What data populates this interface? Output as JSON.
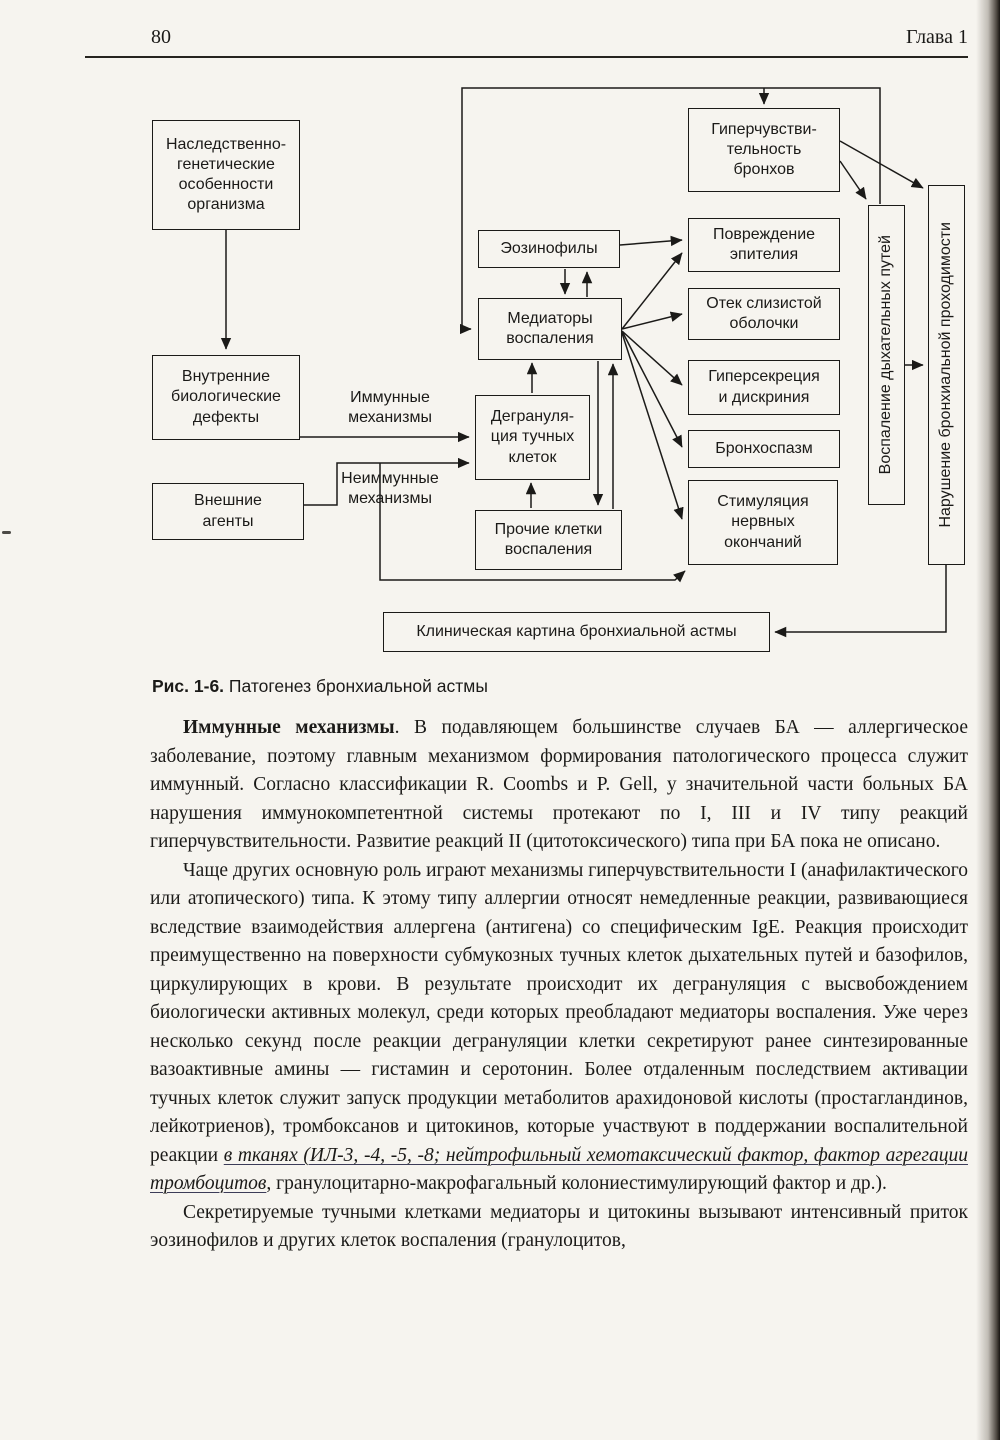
{
  "colors": {
    "paper": "#f6f4ef",
    "ink": "#1b1a18"
  },
  "page": {
    "page_number": "80",
    "chapter": "Глава 1"
  },
  "figure": {
    "caption_label": "Рис. 1-6.",
    "caption_text": " Патогенез бронхиальной астмы",
    "labels": {
      "immune": "Иммунные\nмеханизмы",
      "nonimmune": "Неиммунные\nмеханизмы"
    },
    "boxes": {
      "hereditary": "Наследственно-\nгенетические\nособенности\nорганизма",
      "internal_defects": "Внутренние\nбиологические\nдефекты",
      "external_agents": "Внешние\nагенты",
      "eosinophils": "Эозинофилы",
      "mediators": "Медиаторы\nвоспаления",
      "degranulation": "Дегрануля-\nция тучных\nклеток",
      "other_cells": "Прочие клетки\nвоспаления",
      "hypersensitivity": "Гиперчувстви-\nтельность\nбронхов",
      "epithelium_damage": "Повреждение\nэпителия",
      "mucosal_edema": "Отек слизистой\nоболочки",
      "hypersecretion": "Гиперсекреция\nи дискриния",
      "bronchospasm": "Бронхоспазм",
      "nerve_stimulation": "Стимуляция\nнервных\nокончаний",
      "airway_inflammation": "Воспаление дыхательных путей",
      "bronchial_obstruction": "Нарушение бронхиальной проходимости",
      "clinical_picture": "Клиническая картина бронхиальной астмы"
    }
  },
  "body": {
    "p1_lead": "Иммунные механизмы",
    "p1_rest": ". В подавляющем большинстве случаев БА — аллергическое заболевание, поэтому главным механизмом формирования патологического процесса служит иммунный. Согласно классификации R. Coombs и P. Gell, у значительной части больных БА нарушения иммунокомпетентной системы протекают по I, III и IV типу реакций гиперчувствительности. Развитие реакций II (цитотоксического) типа при БА пока не описано.",
    "p2a": "Чаще других основную роль играют механизмы гиперчувствительности I (анафилактического или атопического) типа. К этому типу аллергии относят немедленные реакции, развивающиеся вследствие взаимодействия аллергена (антигена) со специфическим IgE. Реакция происходит преимущественно на поверхности субмукозных тучных клеток дыхательных путей и базофилов, циркулирующих в крови. В результате происходит их дегрануляция с высвобождением биологически активных молекул, среди которых преобладают медиаторы воспаления. Уже через несколько секунд после реакции дегрануляции клетки секретируют ранее синтезированные вазоактивные амины — гистамин и серотонин. Более отдаленным последствием активации тучных клеток служит запуск продукции метаболитов арахидоновой кислоты (простагландинов, лейкотриенов), тромбоксанов и цитокинов, которые участвуют в поддержании воспалительной реакции ",
    "p2b": "в тканях (ИЛ-3, -4, -5, -8; нейтрофильный хемотаксический фактор, фактор агрегации тромбоцитов",
    "p2c": ", гранулоцитарно-макрофагальный колониестимулирующий фактор и др.).",
    "p3": "Секретируемые тучными клетками медиаторы и цитокины вызывают интенсивный приток эозинофилов и других клеток воспаления (гранулоцитов,"
  }
}
